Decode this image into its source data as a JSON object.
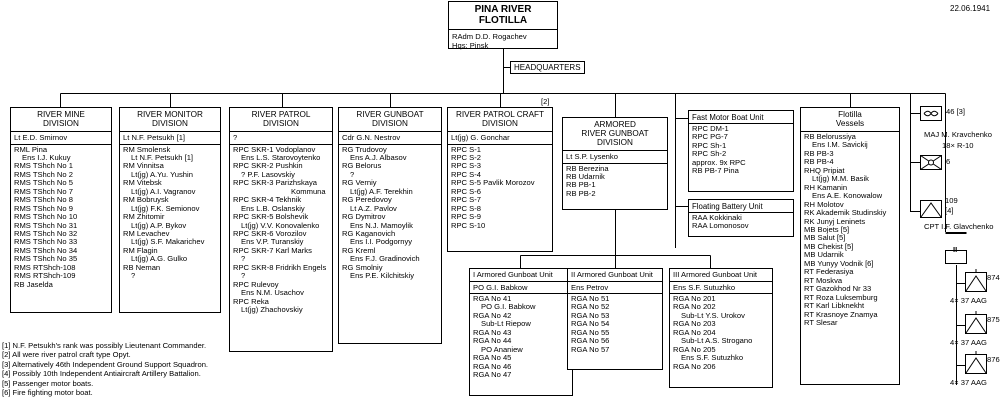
{
  "date": "22.06.1941",
  "hq": {
    "title1": "PINA RIVER",
    "title2": "FLOTILLA",
    "lines": [
      "RAdm D.D. Rogachev",
      "Hqs: Pinsk"
    ]
  },
  "headquarters_label": "HEADQUARTERS",
  "note_mark_patrol_craft": "[2]",
  "divisions": [
    {
      "id": "mine",
      "header": [
        "RIVER MINE",
        "DIVISION"
      ],
      "commander": "Lt  E.D. Smirnov",
      "items": [
        [
          "RML  Pina",
          0
        ],
        [
          "Ens  I.J. Kukuy",
          1
        ],
        [
          "RMS  TShch No 1",
          0
        ],
        [
          "RMS  TShch No 2",
          0
        ],
        [
          "RMS  TShch No 5",
          0
        ],
        [
          "RMS  TShch No 7",
          0
        ],
        [
          "RMS  TShch No 8",
          0
        ],
        [
          "RMS  TShch No 9",
          0
        ],
        [
          "RMS  TShch No 10",
          0
        ],
        [
          "RMS  TShch No 31",
          0
        ],
        [
          "RMS  TShch No 32",
          0
        ],
        [
          "RMS  TShch No 33",
          0
        ],
        [
          "RMS  TShch No 34",
          0
        ],
        [
          "RMS  TShch No 35",
          0
        ],
        [
          "RMS  RTShch-108",
          0
        ],
        [
          "RMS  RTShch-109",
          0
        ],
        [
          "RB  Jaselda",
          0
        ]
      ]
    },
    {
      "id": "monitor",
      "header": [
        "RIVER MONITOR",
        "DIVISION"
      ],
      "commander": "Lt  N.F. Petsukh  [1]",
      "items": [
        [
          "RM  Smolensk",
          0
        ],
        [
          "Lt  N.F. Petsukh  [1]",
          1
        ],
        [
          "RM  Vinnitsa",
          0
        ],
        [
          "Lt(jg)  A.Yu. Yushin",
          1
        ],
        [
          "RM  Vitebsk",
          0
        ],
        [
          "Lt(jg)  A.I. Vagranov",
          1
        ],
        [
          "RM  Bobruysk",
          0
        ],
        [
          "Lt(jg)  F.K. Semionov",
          1
        ],
        [
          "RM  Zhitomir",
          0
        ],
        [
          "Lt(jg)  A.P. Bykov",
          1
        ],
        [
          "RM  Levachev",
          0
        ],
        [
          "Lt(jg)  S.F. Makarichev",
          1
        ],
        [
          "RM  Flagin",
          0
        ],
        [
          "Lt(jg)  A.G. Gulko",
          1
        ],
        [
          "RB  Neman",
          0
        ],
        [
          "?",
          1
        ]
      ]
    },
    {
      "id": "patrol",
      "header": [
        "RIVER PATROL",
        "DIVISION"
      ],
      "commander": "?",
      "items": [
        [
          "RPC  SKR-1  Vodoplanov",
          0
        ],
        [
          "Ens  L.S. Starovoytenko",
          1
        ],
        [
          "RPC  SKR-2  Pushkin",
          0
        ],
        [
          "?  P.F. Lasovskiy",
          1
        ],
        [
          "RPC  SKR-3  Parizhskaya",
          0
        ],
        [
          "Kommuna",
          2
        ],
        [
          "RPC  SKR-4  Tekhnik",
          0
        ],
        [
          "Ens  L.B. Oslanskiy",
          1
        ],
        [
          "RPC  SKR-5  Bolshevik",
          0
        ],
        [
          "Lt(jg)  V.V. Konovalenko",
          1
        ],
        [
          "RPC  SKR-6  Vorozilov",
          0
        ],
        [
          "Ens  V.P. Turanskiy",
          1
        ],
        [
          "RPC  SKR-7  Karl Marks",
          0
        ],
        [
          "?",
          1
        ],
        [
          "RPC  SKR-8  Fridrikh Engels",
          0
        ],
        [
          "?",
          1
        ],
        [
          "RPC  Rulevoy",
          0
        ],
        [
          "Ens  N.M. Usachov",
          1
        ],
        [
          "RPC  Reka",
          0
        ],
        [
          "Lt(jg)  Zhachovskiy",
          1
        ]
      ]
    },
    {
      "id": "gunboat",
      "header": [
        "RIVER GUNBOAT",
        "DIVISION"
      ],
      "commander": "Cdr  G.N. Nestrov",
      "items": [
        [
          "RG  Trudovoy",
          0
        ],
        [
          "Ens  A.J. Albasov",
          1
        ],
        [
          "RG  Belorus",
          0
        ],
        [
          "?",
          1
        ],
        [
          "RG  Verniy",
          0
        ],
        [
          "Lt(jg)  A.F. Terekhin",
          1
        ],
        [
          "RG  Peredovoy",
          0
        ],
        [
          "Lt  A.Z. Pavlov",
          1
        ],
        [
          "RG  Dymitrov",
          0
        ],
        [
          "Ens  N.J. Mamoylik",
          1
        ],
        [
          "RG  Kaganovich",
          0
        ],
        [
          "Ens  I.I. Podgornyy",
          1
        ],
        [
          "RG  Kreml",
          0
        ],
        [
          "Ens  F.J. Gradinovich",
          1
        ],
        [
          "RG  Smolniy",
          0
        ],
        [
          "Ens  P.E. Kilchitskiy",
          1
        ]
      ]
    },
    {
      "id": "craft",
      "header": [
        "RIVER PATROL CRAFT",
        "DIVISION"
      ],
      "commander": "Lt(jg)  G. Gonchar",
      "items": [
        [
          "RPC  S-1",
          0
        ],
        [
          "RPC  S-2",
          0
        ],
        [
          "RPC  S-3",
          0
        ],
        [
          "RPC  S-4",
          0
        ],
        [
          "RPC  S-5  Pavlik Morozov",
          0
        ],
        [
          "RPC  S-6",
          0
        ],
        [
          "RPC  S-7",
          0
        ],
        [
          "RPC  S-8",
          0
        ],
        [
          "RPC  S-9",
          0
        ],
        [
          "RPC  S-10",
          0
        ]
      ]
    },
    {
      "id": "armored",
      "header": [
        "ARMORED",
        "RIVER GUNBOAT",
        "DIVISION"
      ],
      "commander": "Lt  S.P. Lysenko",
      "items": [
        [
          "RB  Berezina",
          0
        ],
        [
          "RB  Udarnik",
          0
        ],
        [
          "RB  PB-1",
          0
        ],
        [
          "RB  PB-2",
          0
        ]
      ]
    },
    {
      "id": "fmb",
      "header": [
        "Fast Motor Boat Unit"
      ],
      "commander": "",
      "items": [
        [
          "RPC  DM-1",
          0
        ],
        [
          "RPC  PG-7",
          0
        ],
        [
          "RPC  Sh-1",
          0
        ],
        [
          "RPC  Sh-2",
          0
        ],
        [
          "approx.  9x  RPC",
          0
        ],
        [
          "RB  PB-7  Pina",
          0
        ]
      ]
    },
    {
      "id": "fbu",
      "header": [
        "Floating Battery Unit"
      ],
      "commander": "",
      "items": [
        [
          "RAA  Kokkinaki",
          0
        ],
        [
          "RAA  Lomonosov",
          0
        ]
      ]
    },
    {
      "id": "vessels",
      "header": [
        "Flotilla",
        "Vessels"
      ],
      "commander": "",
      "items": [
        [
          "RB  Belorussiya",
          0
        ],
        [
          "Ens  I.M. Savickij",
          1
        ],
        [
          "RB  PB-3",
          0
        ],
        [
          "RB  PB-4",
          0
        ],
        [
          "RHQ  Pripiat",
          0
        ],
        [
          "Lt(jg)  M.M. Basik",
          1
        ],
        [
          "RH  Kamanin",
          0
        ],
        [
          "Ens  A.E. Konowalow",
          1
        ],
        [
          "RH  Molotov",
          0
        ],
        [
          "RK  Akademik Studinskiy",
          0
        ],
        [
          "RK  Junyj Leninets",
          0
        ],
        [
          "MB  Bojets  [5]",
          0
        ],
        [
          "MB  Salut  [5]",
          0
        ],
        [
          "MB  Chekist  [5]",
          0
        ],
        [
          "MB  Udarnik",
          0
        ],
        [
          "MB  Yunyy Vodnik  [6]",
          0
        ],
        [
          "RT  Federasiya",
          0
        ],
        [
          "RT  Moskva",
          0
        ],
        [
          "RT  Gazokhod Nr 33",
          0
        ],
        [
          "RT  Roza Luksemburg",
          0
        ],
        [
          "RT  Karl Libknekht",
          0
        ],
        [
          "RT  Krasnoye Znamya",
          0
        ],
        [
          "RT  Slesar",
          0
        ]
      ]
    }
  ],
  "gunboat_units": [
    {
      "id": "u1",
      "header": "I Armored Gunboat Unit",
      "commander": "PO  G.I. Babkow",
      "items": [
        [
          "RGA  No 41",
          0
        ],
        [
          "PO  G.I. Babkow",
          1
        ],
        [
          "RGA  No 42",
          0
        ],
        [
          "Sub-Lt  Riepow",
          1
        ],
        [
          "RGA  No 43",
          0
        ],
        [
          "RGA  No 44",
          0
        ],
        [
          "PO  Ananiew",
          1
        ],
        [
          "RGA  No 45",
          0
        ],
        [
          "RGA  No 46",
          0
        ],
        [
          "RGA  No 47",
          0
        ]
      ]
    },
    {
      "id": "u2",
      "header": "II Armored Gunboat Unit",
      "commander": "Ens  Petrov",
      "items": [
        [
          "RGA  No 51",
          0
        ],
        [
          "RGA  No 52",
          0
        ],
        [
          "RGA  No 53",
          0
        ],
        [
          "RGA  No 54",
          0
        ],
        [
          "RGA  No 55",
          0
        ],
        [
          "RGA  No 56",
          0
        ],
        [
          "RGA  No 57",
          0
        ]
      ]
    },
    {
      "id": "u3",
      "header": "III Armored Gunboat Unit",
      "commander": "Ens  S.F. Sutuzhko",
      "items": [
        [
          "RGA  No 201",
          0
        ],
        [
          "RGA  No 202",
          0
        ],
        [
          "Sub-Lt  Y.S. Urokov",
          1
        ],
        [
          "RGA  No 203",
          0
        ],
        [
          "RGA  No 204",
          0
        ],
        [
          "Sub-Lt  A.S. Strogano",
          1
        ],
        [
          "RGA  No 205",
          0
        ],
        [
          "Ens  S.F. Sutuzhko",
          1
        ],
        [
          "RGA  No 206",
          0
        ]
      ]
    }
  ],
  "symbols": {
    "air": {
      "label": "46  [3]",
      "cmd": "MAJ  M. Kravchenko",
      "equip": "18×  R-10"
    },
    "ground": {
      "label": "6"
    },
    "aa": {
      "label1": "109",
      "label2": "[4]",
      "cmd": "CPT  I.F. Glavchenko",
      "hq_mark": "II"
    },
    "batteries": [
      {
        "num": "874",
        "equip": "4×  37  AAG"
      },
      {
        "num": "875",
        "equip": "4×  37  AAG"
      },
      {
        "num": "876",
        "equip": "4×  37  AAG"
      }
    ]
  },
  "notes": [
    "[1]  N.F. Petsukh's rank was possibly Lieutenant Commander.",
    "[2]  All were river patrol craft type Opyt.",
    "[3]  Alternatively 46th Independent Ground Support Squadron.",
    "[4]  Possibly 10th Independent Antiaircraft Artillery Battalion.",
    "[5]  Passenger motor boats.",
    "[6]  Fire fighting motor boat."
  ]
}
